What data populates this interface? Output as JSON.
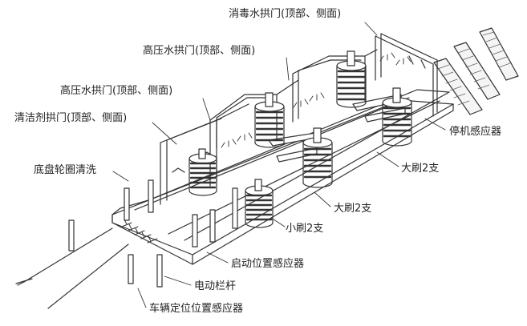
{
  "labels": {
    "disinfect_arch": "消毒水拱门(顶部、侧面)",
    "hp_arch_2": "高压水拱门(顶部、侧面)",
    "hp_arch_1": "高压水拱门(顶部、侧面)",
    "cleaner_arch": "清洁剂拱门(顶部、侧面)",
    "chassis_wash": "底盘轮圈清洗",
    "stop_sensor": "停机感应器",
    "big_brush_a": "大刷2支",
    "big_brush_b": "大刷2支",
    "small_brush": "小刷2支",
    "start_sensor": "启动位置感应器",
    "barrier": "电动栏杆",
    "vehicle_sensor": "车辆定位位置感应器"
  }
}
